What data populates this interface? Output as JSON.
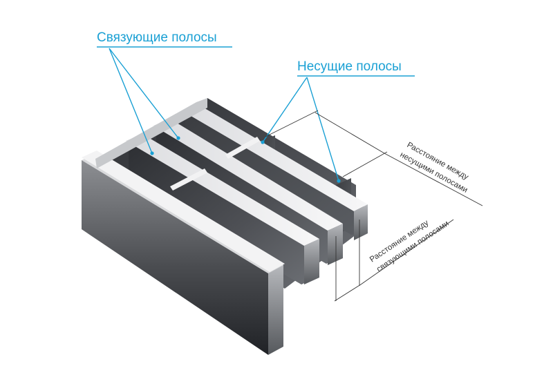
{
  "labels": {
    "cross_bars": "Связующие полосы",
    "bearing_bars": "Несущие полосы",
    "bearing_spacing_line1": "Расстояние между",
    "bearing_spacing_line2": "несущими полосами",
    "cross_spacing_line1": "Расстояние между",
    "cross_spacing_line2": "связующими полосами"
  },
  "colors": {
    "accent": "#1aa0d4",
    "dimension": "#333333"
  }
}
